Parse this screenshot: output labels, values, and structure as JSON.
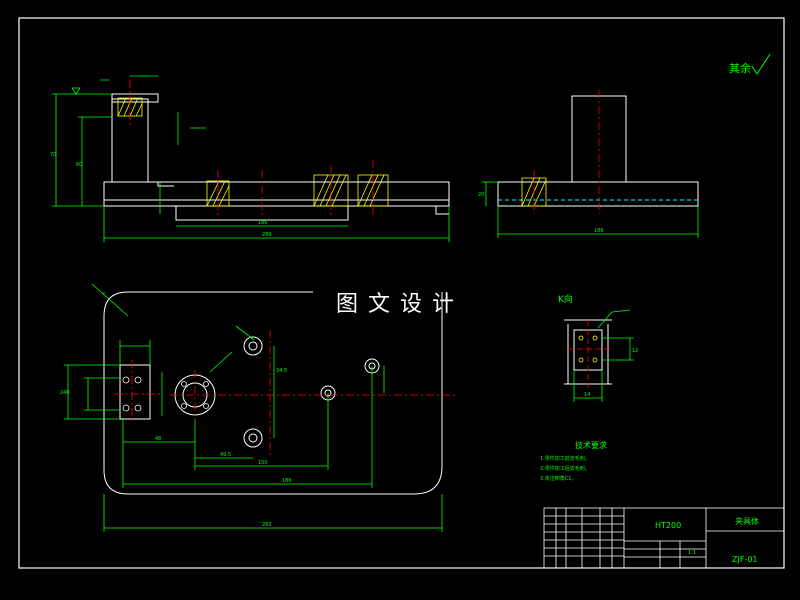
{
  "watermark": "图文设计",
  "roughness_note": "其余",
  "view_label": "K向",
  "tech_requirements": {
    "title": "技术要求",
    "items": [
      "1.零件加工前去毛刺。",
      "2.零件加工后去毛刺。",
      "3.未注倒角C1。"
    ]
  },
  "title_block": {
    "material": "HT200",
    "name": "夹具体",
    "drawing_no": "ZJF-01",
    "scale": "1:1"
  },
  "dimensions": {
    "front_total_length": "289",
    "front_inner_length": "186",
    "side_length": "186",
    "side_height_1": "70",
    "side_height_2": "60",
    "base_thickness": "20",
    "plan_length": "282",
    "plan_width": "240",
    "plan_dim_a": "49.5",
    "plan_dim_b": "186",
    "plan_dim_c": "48",
    "plan_dim_d": "150",
    "plan_dim_e": "34.5",
    "k_width": "14",
    "k_height": "12"
  },
  "colors": {
    "background": "#000000",
    "outline": "#ffffff",
    "dimension": "#00ff00",
    "center_line": "#ff0000",
    "hatch": "#ffff00",
    "highlight": "#00ffff"
  }
}
